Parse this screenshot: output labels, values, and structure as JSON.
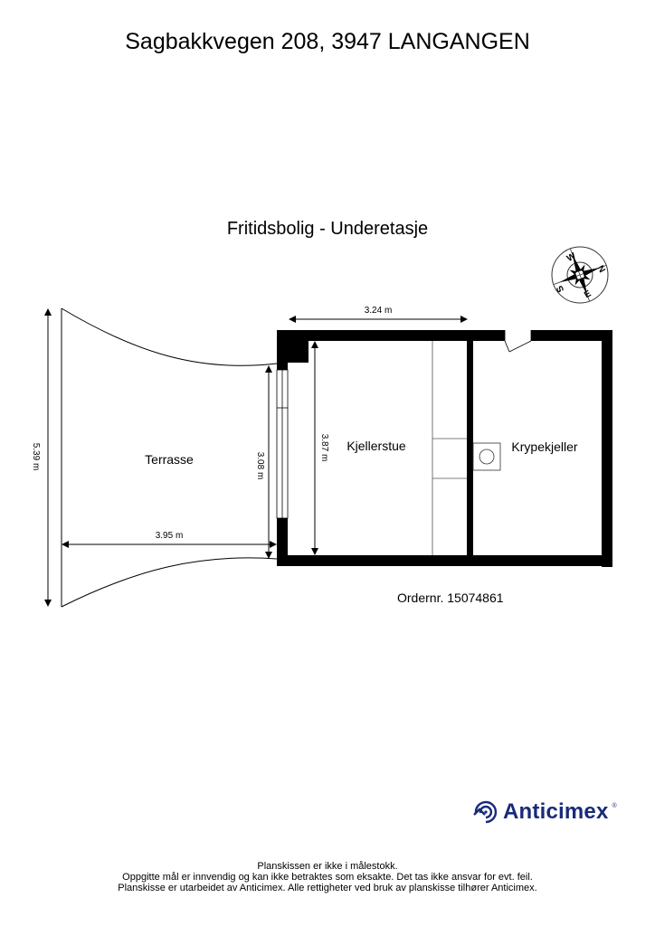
{
  "header": {
    "address": "Sagbakkvegen 208, 3947 LANGANGEN",
    "floor_title": "Fritidsbolig - Underetasje"
  },
  "compass": {
    "icon": "compass-rose-icon",
    "labels": [
      "N",
      "E",
      "S",
      "W"
    ]
  },
  "rooms": [
    {
      "name": "Terrasse"
    },
    {
      "name": "Kjellerstue"
    },
    {
      "name": "Krypekjeller"
    }
  ],
  "dimensions": {
    "kjellerstue_width": "3.24 m",
    "kjellerstue_height": "3.87 m",
    "terrasse_depth": "3.95 m",
    "terrasse_total_height": "5.39 m",
    "terrasse_opening": "3.08 m"
  },
  "order": {
    "label": "Ordernr. 15074861"
  },
  "brand": {
    "name": "Anticimex",
    "registered": "®",
    "color": "#1a2a7a"
  },
  "footer": {
    "line1": "Planskissen er ikke i målestokk.",
    "line2": "Oppgitte mål er innvendig og kan ikke betraktes som eksakte. Det tas ikke ansvar for evt. feil.",
    "line3": "Planskisse er utarbeidet av Anticimex. Alle rettigheter ved bruk av planskisse tilhører Anticimex."
  }
}
